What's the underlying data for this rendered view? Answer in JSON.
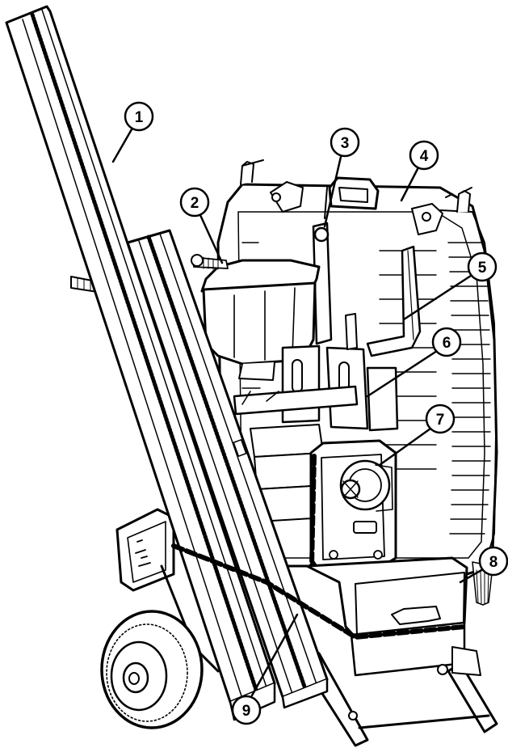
{
  "figure": {
    "line_color": "#000000",
    "fill_color": "#ffffff",
    "callouts": [
      {
        "label": "1",
        "part": "long-rail"
      },
      {
        "label": "2",
        "part": "motor-housing"
      },
      {
        "label": "3",
        "part": "lifting-eye"
      },
      {
        "label": "4",
        "part": "carry-handle"
      },
      {
        "label": "5",
        "part": "vacuum-pipe"
      },
      {
        "label": "6",
        "part": "carriage-bracket"
      },
      {
        "label": "7",
        "part": "gearbox"
      },
      {
        "label": "8",
        "part": "storage-box"
      },
      {
        "label": "9",
        "part": "short-rail"
      }
    ]
  }
}
